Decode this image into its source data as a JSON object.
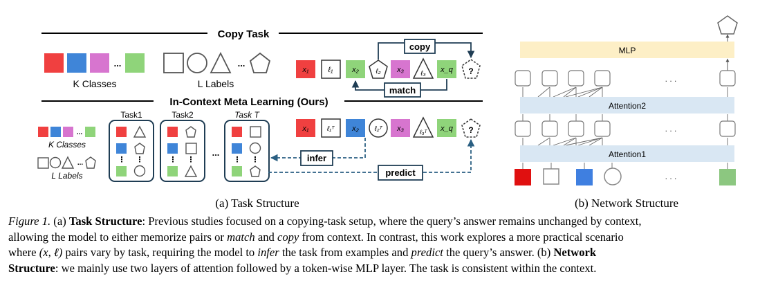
{
  "panel_a": {
    "copy_task_title": "Copy Task",
    "k_classes": "K Classes",
    "l_labels": "L Labels",
    "dots": "...",
    "copy_label": "copy",
    "match_label": "match",
    "icml_title": "In-Context Meta Learning (Ours)",
    "task1": "Task1",
    "task2": "Task2",
    "task_t": "Task T",
    "infer_label": "infer",
    "predict_label": "predict",
    "query_mark": "?",
    "subcaption": "(a) Task Structure"
  },
  "panel_b": {
    "mlp": "MLP",
    "attention2": "Attention2",
    "attention1": "Attention1",
    "ellipsis": ". . .",
    "subcaption": "(b) Network Structure"
  },
  "caption": {
    "fig_label": "Figure 1.",
    "part_a": "(a)",
    "task_structure": "Task Structure",
    "l1_rest": ": Previous studies focused on a copying-task setup, where the query’s answer remains unchanged by context,",
    "l2_a": "allowing the model to either memorize pairs or",
    "l2_match": "match",
    "l2_b": "and",
    "l2_copy": "copy",
    "l2_c": "from context. In contrast, this work explores a more practical scenario",
    "l3_a": "where",
    "l3_pair": "(x, ℓ)",
    "l3_b": "pairs vary by task, requiring the model to",
    "l3_infer": "infer",
    "l3_c": "the task from examples and",
    "l3_predict": "predict",
    "l3_d": "the query’s answer.",
    "part_b": "(b)",
    "network": "Network",
    "structure": "Structure",
    "l4_rest": ": we mainly use two layers of attention followed by a token-wise MLP layer. The task is consistent within the context."
  },
  "colors": {
    "red": "#f04040",
    "blue": "#3f85d8",
    "pink": "#d775cf",
    "green": "#8fd47a",
    "dark": "#1f3d54",
    "teal": "#2a5f82",
    "mlp_fill": "#fdefc6",
    "attn_fill": "#d9e7f3"
  }
}
